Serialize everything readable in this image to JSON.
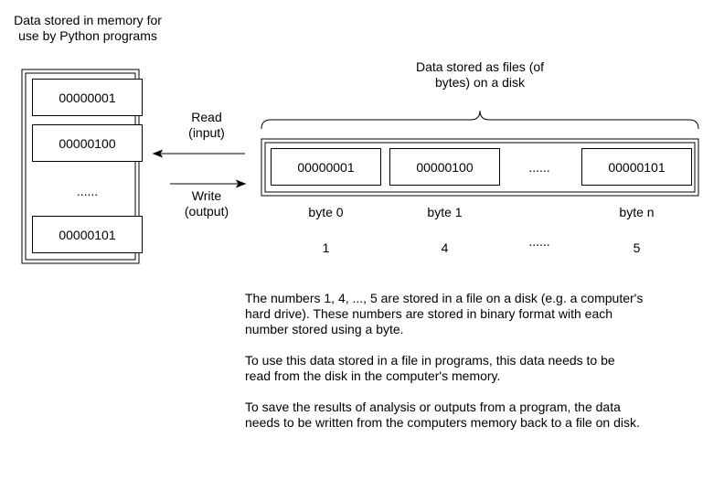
{
  "memory": {
    "title_line1": "Data stored in memory for",
    "title_line2": "use by Python programs",
    "items": [
      "00000001",
      "00000100",
      "......",
      "00000101"
    ]
  },
  "disk": {
    "title_line1": "Data stored as files (of",
    "title_line2": "bytes) on a disk",
    "items": [
      "00000001",
      "00000100",
      "......",
      "00000101"
    ],
    "byte_labels": [
      "byte 0",
      "byte 1",
      "byte n"
    ],
    "values": [
      "1",
      "4",
      "......",
      "5"
    ]
  },
  "arrows": {
    "read_line1": "Read",
    "read_line2": "(input)",
    "write_line1": "Write",
    "write_line2": "(output)"
  },
  "description": {
    "para1_line1": "The numbers 1, 4, ..., 5 are stored in a file on a disk (e.g. a computer's",
    "para1_line2": "hard drive). These numbers are stored in binary format with each",
    "para1_line3": "number stored using a byte.",
    "para2_line1": "To use this data stored in a file in programs, this data needs to be",
    "para2_line2": "read from the disk in the computer's memory.",
    "para3_line1": "To save the results of analysis or outputs from a program, the data",
    "para3_line2": "needs to be written from the computers memory back to a file on disk."
  }
}
